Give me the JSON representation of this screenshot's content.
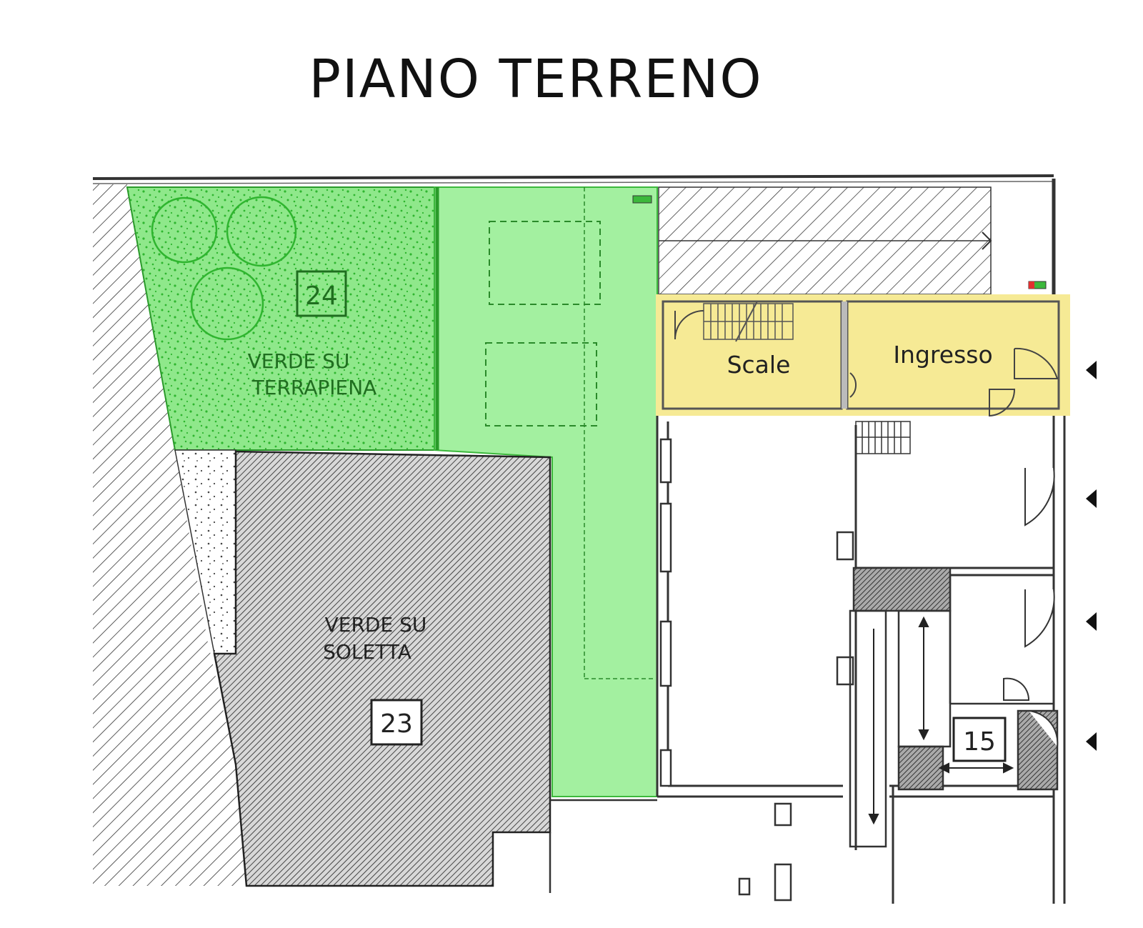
{
  "title": "PIANO TERRENO",
  "areas": {
    "verde_terrapiena": {
      "label_line1": "VERDE SU",
      "label_line2": "TERRAPIENA",
      "number": "24"
    },
    "verde_soletta": {
      "label_line1": "VERDE SU",
      "label_line2": "SOLETTA",
      "number": "23"
    },
    "unit_15": {
      "number": "15"
    },
    "scale": {
      "label": "Scale"
    },
    "ingresso": {
      "label": "Ingresso"
    }
  },
  "colors": {
    "green_area": "#a3f0a0",
    "green_dark": "#3cb83c",
    "highlight_yellow": "#f6ea95",
    "wall": "#222222",
    "hatch": "#555555"
  }
}
